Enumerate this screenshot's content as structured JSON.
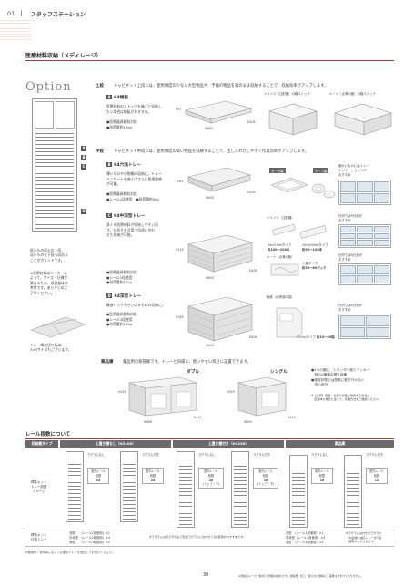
{
  "header": {
    "number": "01",
    "title": "スタッフステーション"
  },
  "section_title": "医療材料収納（メディレージ）",
  "option_title": "Option",
  "rows": {
    "upper": {
      "label": "上段",
      "desc": "キャビネット上段には、使用頻度の少ない大型物品や、予備の物品を箱のまま収納することで、収納効率がアップします。"
    },
    "middle": {
      "label": "中段",
      "desc": "キャビネット中段には、使用頻度の高い物品を収納することで、出し入れがしやすく作業効率がアップします。"
    },
    "lower": {
      "label": "薬品庫",
      "desc": "薬品用の保管庫です。トレーと同様に、使いやすい高さに設置できます。"
    }
  },
  "block_a": {
    "marker": "A",
    "title": "64幅板",
    "desc": [
      "医療材料のストックを箱ごと収納し",
      "たい場合は幅板がおすすめ。"
    ],
    "specs": [
      "●医療器具傾斜対応",
      "●耐荷重約10kg"
    ],
    "dims": {
      "h": "H57",
      "w": "W600",
      "d": "D408"
    },
    "box_labels": [
      "シリンジ（注射器）の箱ストック",
      "ルート（点滴の管）の箱ストック"
    ]
  },
  "block_b": {
    "marker": "B",
    "title": "64穴浅トレー",
    "desc": [
      "薄いものや小物類の収納に。トレー",
      "インサートを使えばさらに整理整頓",
      "が可能。"
    ],
    "specs": [
      "●医療器具傾斜対応",
      "●レール1段使用　●耐荷重約5kg"
    ],
    "dims": {
      "h": "H61",
      "w": "W600",
      "d": "D408"
    },
    "items": [
      "ガーゼ類",
      "テープ類"
    ],
    "capacity": [
      "細かいものにはトレー",
      "インサートセットが",
      "おすすめ"
    ]
  },
  "block_c": {
    "marker": "C",
    "title": "64中深型トレー",
    "desc": [
      "多くの医療材料が収納しやすい深",
      "さ。仕切りを活用で用途に合わ",
      "せた収納が可能。"
    ],
    "specs": [
      "●医療器具傾斜対応",
      "●レール2段使用",
      "●耐荷重約10kg"
    ],
    "dims": {
      "h": "H116",
      "w": "W600",
      "d": "D408"
    },
    "syringe": {
      "label": "シリンジ（注射器）",
      "a": "5ml/10mlタイプ",
      "a_range": "約100〜200本",
      "b": "20ml/50mlタイプ",
      "b_range": "約50〜100本"
    },
    "route": {
      "label": "ルート（点滴の管）",
      "type": "小量タイプ",
      "range": "約30〜60パック"
    },
    "cap1": [
      "仕切りは9分割が",
      "おすすめ"
    ],
    "cap2": [
      "仕切りは6分割が",
      "おすすめ"
    ]
  },
  "block_d": {
    "marker": "D",
    "title": "64深型トレー",
    "desc": [
      "輸液バックやかさばるものの収納に。"
    ],
    "specs": [
      "●医療器具傾斜対応",
      "●レール3段使用",
      "●耐荷重約10kg"
    ],
    "dims": {
      "h": "H168",
      "w": "W600",
      "d": "D408"
    },
    "fluid": {
      "label": "輸液（点滴液の袋）",
      "type": "500mlタイプ",
      "range": "約10〜20個"
    },
    "cap": [
      "仕切りは4分割が",
      "おすすめ"
    ]
  },
  "medicine": {
    "double": "ダブル",
    "single": "シングル",
    "double_dims": {
      "h": "H428",
      "w": "W668",
      "d": "D410"
    },
    "single_dims": {
      "h": "H428",
      "w": "W300",
      "d": "D410"
    },
    "notes": [
      "●2つの鍵に、シリンダー錠とテンキー",
      "　錠の2種類の鍵を装備",
      "●施錠状態では簡単に取り外せない",
      "　安心設計"
    ],
    "warning": [
      "※【注意】麻薬・毒薬の管理に使用する場合は",
      "　自治体の規定に従って、管理方法をご確認ください。"
    ]
  },
  "cabinet_left": {
    "markers": [
      "A",
      "B",
      "C",
      "D"
    ],
    "text": [
      "低いもの同士の上段、",
      "深いものを下段へ収める",
      "ことがポイントです。"
    ],
    "note": [
      "※医療材料はメーカーに",
      "よって、サイズ・仕様が",
      "異なるため、収納量は参",
      "考値です。あらかじめご",
      "了承ください。"
    ],
    "tray_note": [
      "トレー用仕切り板は",
      "3×3サイズもございます。"
    ]
  },
  "rail": {
    "title": "レール段数について",
    "th": [
      "収納棚タイプ",
      "上置き棚なし（H2100）",
      "上置き棚付き（H2230）",
      "薬品庫"
    ],
    "row1_label": [
      "標準キット",
      "トレー設置",
      "イメージ"
    ],
    "cols": [
      {
        "top": "ラグラムなし",
        "rail": "室内レール",
        "count_label": "段数",
        "count": "24"
      },
      {
        "top": "ラグラム付き",
        "rail": "室内レール",
        "count_label": "段数",
        "count": "24"
      },
      {
        "top": "ラグラムなし",
        "rail": "室内レール",
        "count_label": "段数",
        "count": "20",
        "extra": "(トップ・下)"
      },
      {
        "top": "ラグラム付き",
        "rail": "室内レール",
        "count_label": "段数",
        "count": "20",
        "extra": "(トップ・下)"
      },
      {
        "top": "ラグラムなし",
        "rail": "室内レール",
        "count_label": "段数",
        "count": "16"
      },
      {
        "top": "ラグラム付き",
        "rail": "室内レール",
        "count_label": "段数",
        "count": "12"
      }
    ],
    "row2_label": [
      "標準キット",
      "付属トレー"
    ],
    "row2_a": [
      "浅型　　（レール1段使用）×2",
      "中深型　（レール2段使用）×4",
      "深型　　（レール3段使用）×2"
    ],
    "row2_note": "※ラグラムは付ラグのみで別途ラグラムに合わせて1段使用がおすすめです。",
    "row2_b": [
      "浅型　（レール1段使用）×1",
      "中深型（レール2段使用）×4",
      "深型　（レール3段使用）×2"
    ],
    "row2_note_b": [
      "※ラグラムは付きのラグラフ",
      "　や品物に適応トレーが1段",
      "　使用がおすすめです。"
    ],
    "footnote": "※価格帯・収納量に応じて必要なトレーを追加してお選びください。"
  },
  "page_number": "30",
  "bottom_note": "※価格はメーカー希望小売価格(税抜)です。運搬費、施工・据え付け費等の工事費は含まれておりません。",
  "colors": {
    "accent": "#c0392b",
    "label_gray": "#666666"
  }
}
